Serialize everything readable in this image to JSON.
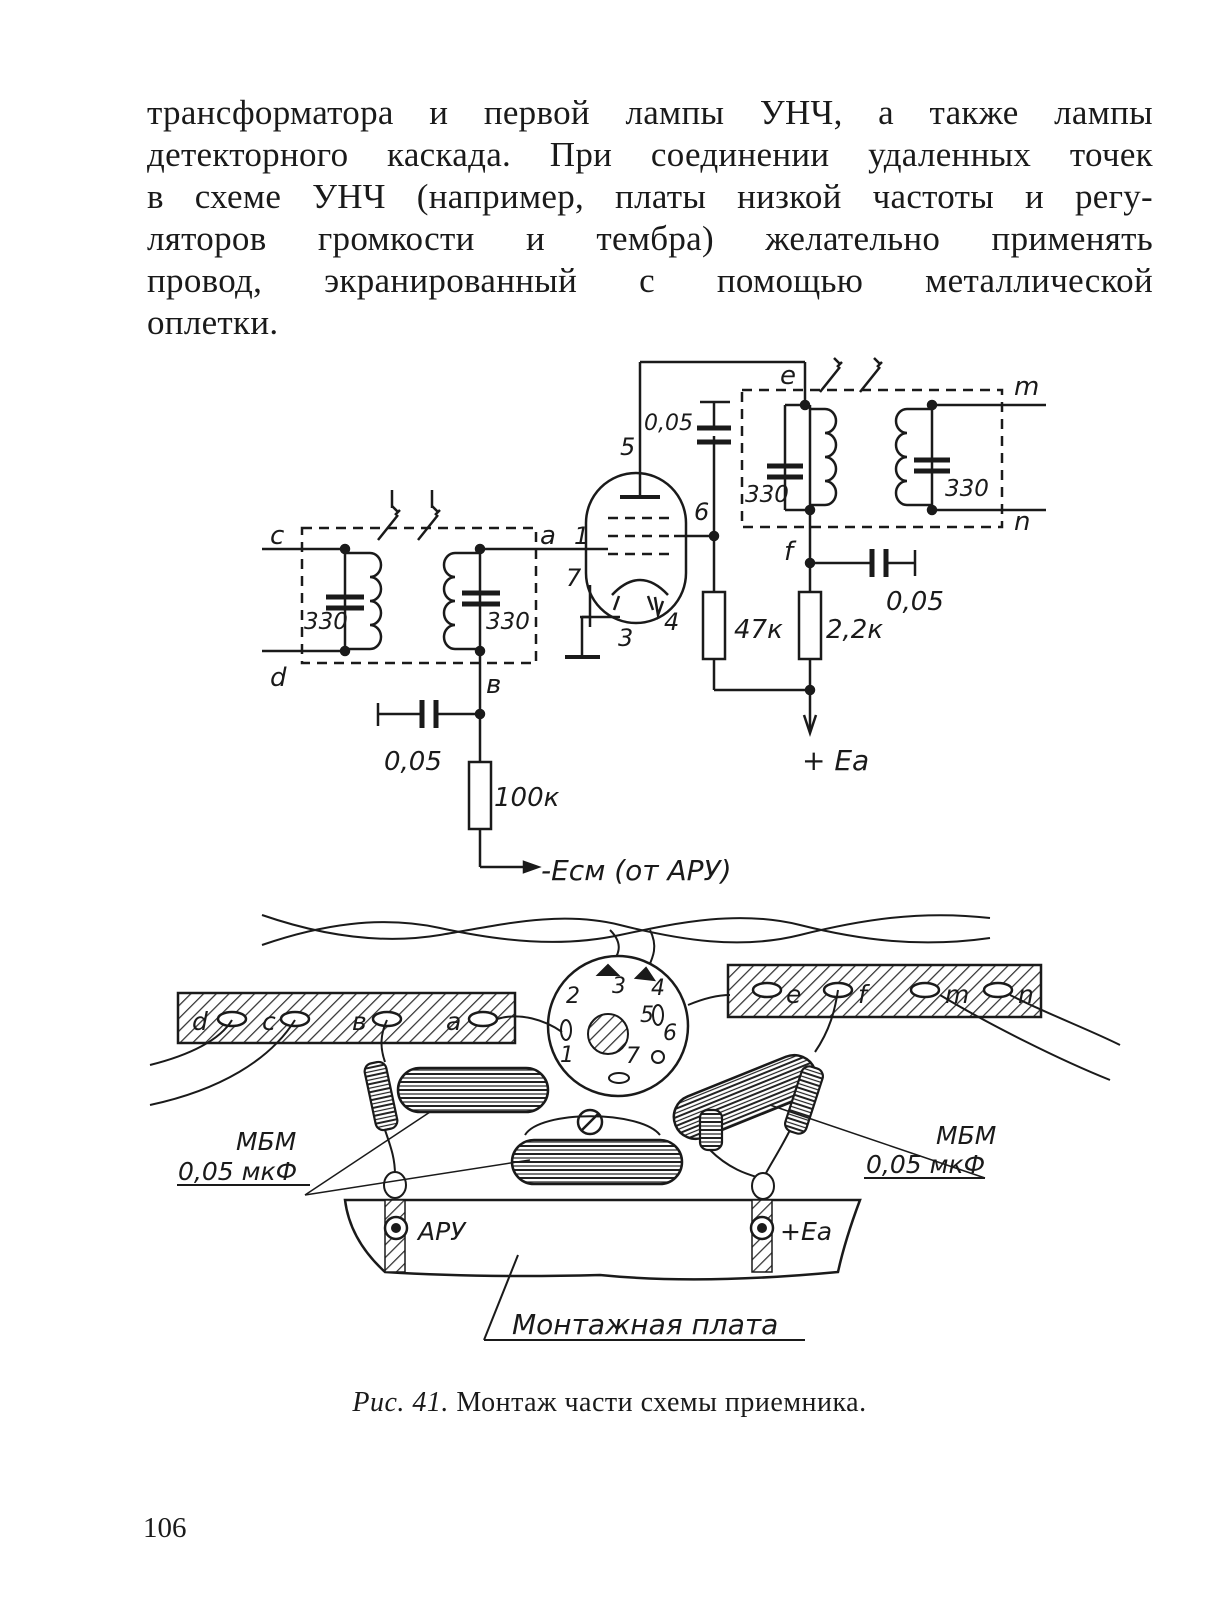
{
  "body_text": {
    "lines": [
      "трансформатора  и  первой лампы УНЧ, а также лампы",
      "детекторного каскада. При соединении удаленных точек",
      "в схеме УНЧ (например, платы низкой частоты и регу-",
      "ляторов  громкости  и  тембра)   желательно применять",
      "провод,  экранированный  с  помощью  металлической",
      "оплетки."
    ]
  },
  "schematic": {
    "nodes": {
      "c": "c",
      "d": "d",
      "a": "a",
      "v": "в",
      "e": "e",
      "f": "f",
      "m": "m",
      "n": "n"
    },
    "tube_pins": {
      "p1": "1",
      "p3": "3",
      "p4": "4",
      "p5": "5",
      "p6": "6",
      "p7": "7"
    },
    "values": {
      "cap_in_left": "330",
      "cap_in_right": "330",
      "cap_out_left": "330",
      "cap_out_right": "330",
      "cap_bias": "0,05",
      "cap_anode_coupling": "0,05",
      "cap_decoupling": "0,05",
      "res_bias": "100к",
      "res_screen": "47к",
      "res_anode": "2,2к"
    },
    "supply_label": "+ Ea",
    "bias_label": "-Eсм (от АРУ)"
  },
  "wiring": {
    "left_strip_terminals": [
      "d",
      "c",
      "в",
      "a"
    ],
    "right_strip_terminals": [
      "e",
      "f",
      "m",
      "n"
    ],
    "socket_pins": [
      "1",
      "2",
      "3",
      "4",
      "5",
      "6",
      "7"
    ],
    "capacitor_label_left": [
      "МБМ",
      "0,05 мкФ"
    ],
    "capacitor_label_right": [
      "МБМ",
      "0,05 мкФ"
    ],
    "board_terminal_left": "АРУ",
    "board_terminal_right": "+Ea",
    "board_label": "Монтажная плата"
  },
  "caption": {
    "prefix": "Рис. 41.",
    "text": " Монтаж части схемы приемника."
  },
  "page_number": "106"
}
